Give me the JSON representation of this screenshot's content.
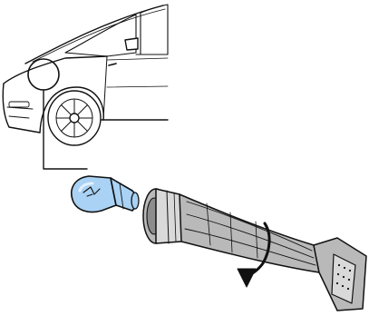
{
  "figure": {
    "parts": [
      {
        "name": "car-front-section",
        "role": "vehicle"
      },
      {
        "name": "headlamp-callout",
        "role": "magnified area"
      },
      {
        "name": "bulb",
        "role": "replacement bulb",
        "style": "light-blue glass"
      },
      {
        "name": "bulb-holder",
        "role": "socket with wiring"
      },
      {
        "name": "rotation-arrow",
        "role": "turn anticlockwise to remove"
      }
    ]
  },
  "colors": {
    "line": "#111111",
    "bulb_glass": "#a9d2f4",
    "bulb_glass_highlight": "#e3f1fd",
    "holder_grey": "#b9b9b9",
    "holder_dark": "#8c8c8c",
    "holder_light": "#d9d9d9",
    "background": "#ffffff"
  }
}
